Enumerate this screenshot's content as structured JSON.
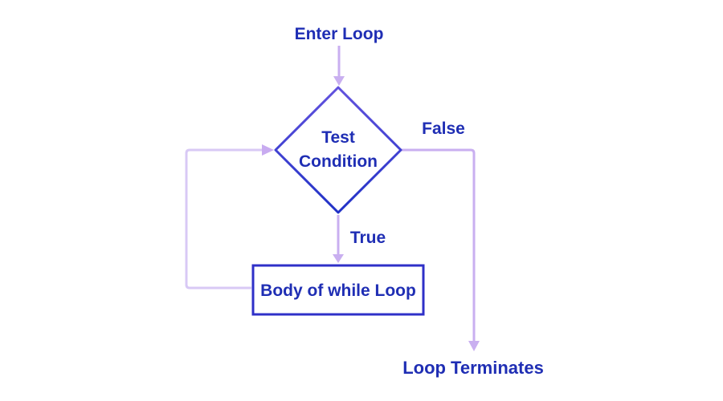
{
  "diagram": {
    "type": "flowchart",
    "subject": "while-loop control flow",
    "nodes": {
      "enter_label": "Enter Loop",
      "condition_line1": "Test",
      "condition_line2": "Condition",
      "body_label": "Body of while Loop",
      "terminate_label": "Loop Terminates"
    },
    "edges": {
      "false_label": "False",
      "true_label": "True"
    },
    "colors": {
      "text": "#1f2eb4",
      "arrow": "#c9aff0",
      "loopback": "#d8c9f5",
      "loopback_head": "#c8abf0",
      "diamond_top": "#6252de",
      "diamond_bottom": "#2031c6",
      "rect_border": "#2f30c8",
      "background": "#ffffff"
    }
  }
}
